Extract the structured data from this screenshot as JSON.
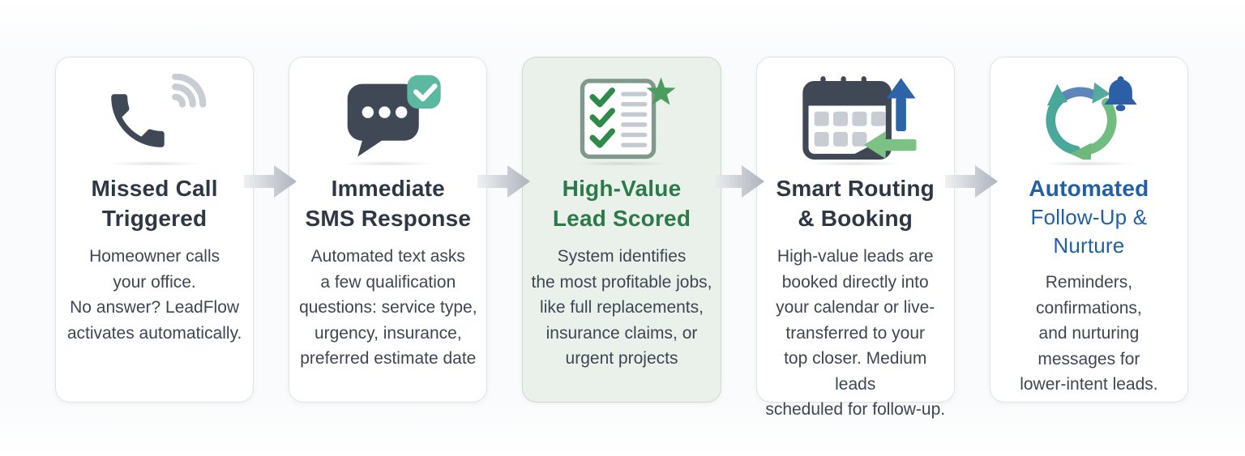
{
  "flow": {
    "steps": [
      {
        "icon": "missed-call-phone-icon",
        "title_style": "dark",
        "title_lines": [
          "Missed Call",
          "Triggered"
        ],
        "body_lines": [
          "Homeowner calls",
          "your office.",
          "No answer? LeadFlow",
          "activates automatically."
        ]
      },
      {
        "icon": "sms-chat-bubble-check-icon",
        "title_style": "dark",
        "title_lines": [
          "Immediate",
          "SMS Response"
        ],
        "body_lines": [
          "Automated text asks",
          "a few qualification",
          "questions: service type,",
          "urgency, insurance,",
          "preferred estimate date"
        ]
      },
      {
        "icon": "checklist-star-icon",
        "title_style": "green",
        "highlighted": true,
        "title_lines": [
          "High-Value",
          "Lead Scored"
        ],
        "body_lines": [
          "System identifies",
          "the most profitable jobs,",
          "like full replacements,",
          "insurance claims, or",
          "urgent projects"
        ]
      },
      {
        "icon": "calendar-routing-arrows-icon",
        "title_style": "dark",
        "title_lines": [
          "Smart Routing",
          "& Booking"
        ],
        "body_lines": [
          "High-value leads are",
          "booked directly into",
          "your calendar or live-",
          "transferred to your",
          "top closer. Medium leads",
          "scheduled for follow-up."
        ]
      },
      {
        "icon": "cycle-bell-nurture-icon",
        "title_style": "blue",
        "title_lines": [
          "Automated",
          "Follow-Up & Nurture"
        ],
        "body_lines": [
          "Reminders, confirmations,",
          "and nurturing",
          "messages for",
          "lower-intent leads."
        ]
      }
    ],
    "colors": {
      "title_default": "#2e3744",
      "title_highlight_green": "#2c7a4c",
      "title_accent_blue": "#2160a3",
      "body_text": "#3e4654",
      "card_background": "#ffffff",
      "card_border": "#dfe3e8",
      "highlight_card_background": "#eaf1ea",
      "highlight_card_border": "#cdd9cf",
      "icon_dark_slate": "#3f4854",
      "icon_light_gray": "#c8cdd4",
      "icon_teal": "#5cb8a0",
      "icon_green": "#4d9c5f",
      "icon_blue": "#2d64a8",
      "connector_gradient_start": "#eef0f2",
      "connector_gradient_end": "#adb3bc"
    }
  }
}
